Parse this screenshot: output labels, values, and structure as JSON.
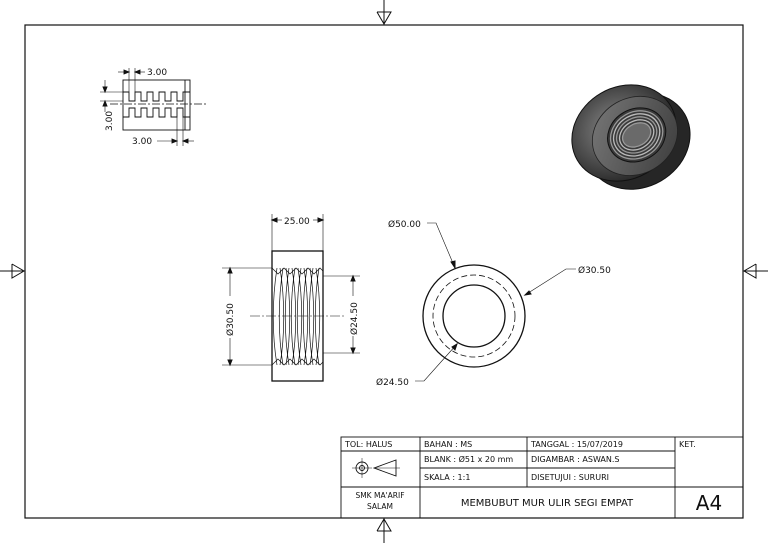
{
  "dimensions": {
    "thread_pitch_top": "3.00",
    "thread_height_side": "3.00",
    "thread_pitch_bottom": "3.00",
    "length": "25.00",
    "outer_thread_dia_side": "Ø30.50",
    "inner_thread_dia_side": "Ø24.50",
    "outer_dia": "Ø50.00",
    "thread_major_dia": "Ø30.50",
    "thread_minor_dia": "Ø24.50"
  },
  "title_block": {
    "tolerance": "TOL: HALUS",
    "material": "BAHAN : MS",
    "blank": "BLANK  : Ø51 x 20 mm",
    "scale": "SKALA  : 1:1",
    "date": "TANGGAL    : 15/07/2019",
    "drawn_by": "DIGAMBAR  : ASWAN.S",
    "approved_by": "DISETUJUI  : SURURI",
    "notes_header": "KET.",
    "school_line1": "SMK MA'ARIF",
    "school_line2": "SALAM",
    "drawing_title": "MEMBUBUT MUR ULIR SEGI EMPAT",
    "paper_size": "A4"
  },
  "colors": {
    "line": "#111111",
    "body_shade": "#555555",
    "body_dark": "#2a2a2a",
    "background": "#ffffff"
  }
}
